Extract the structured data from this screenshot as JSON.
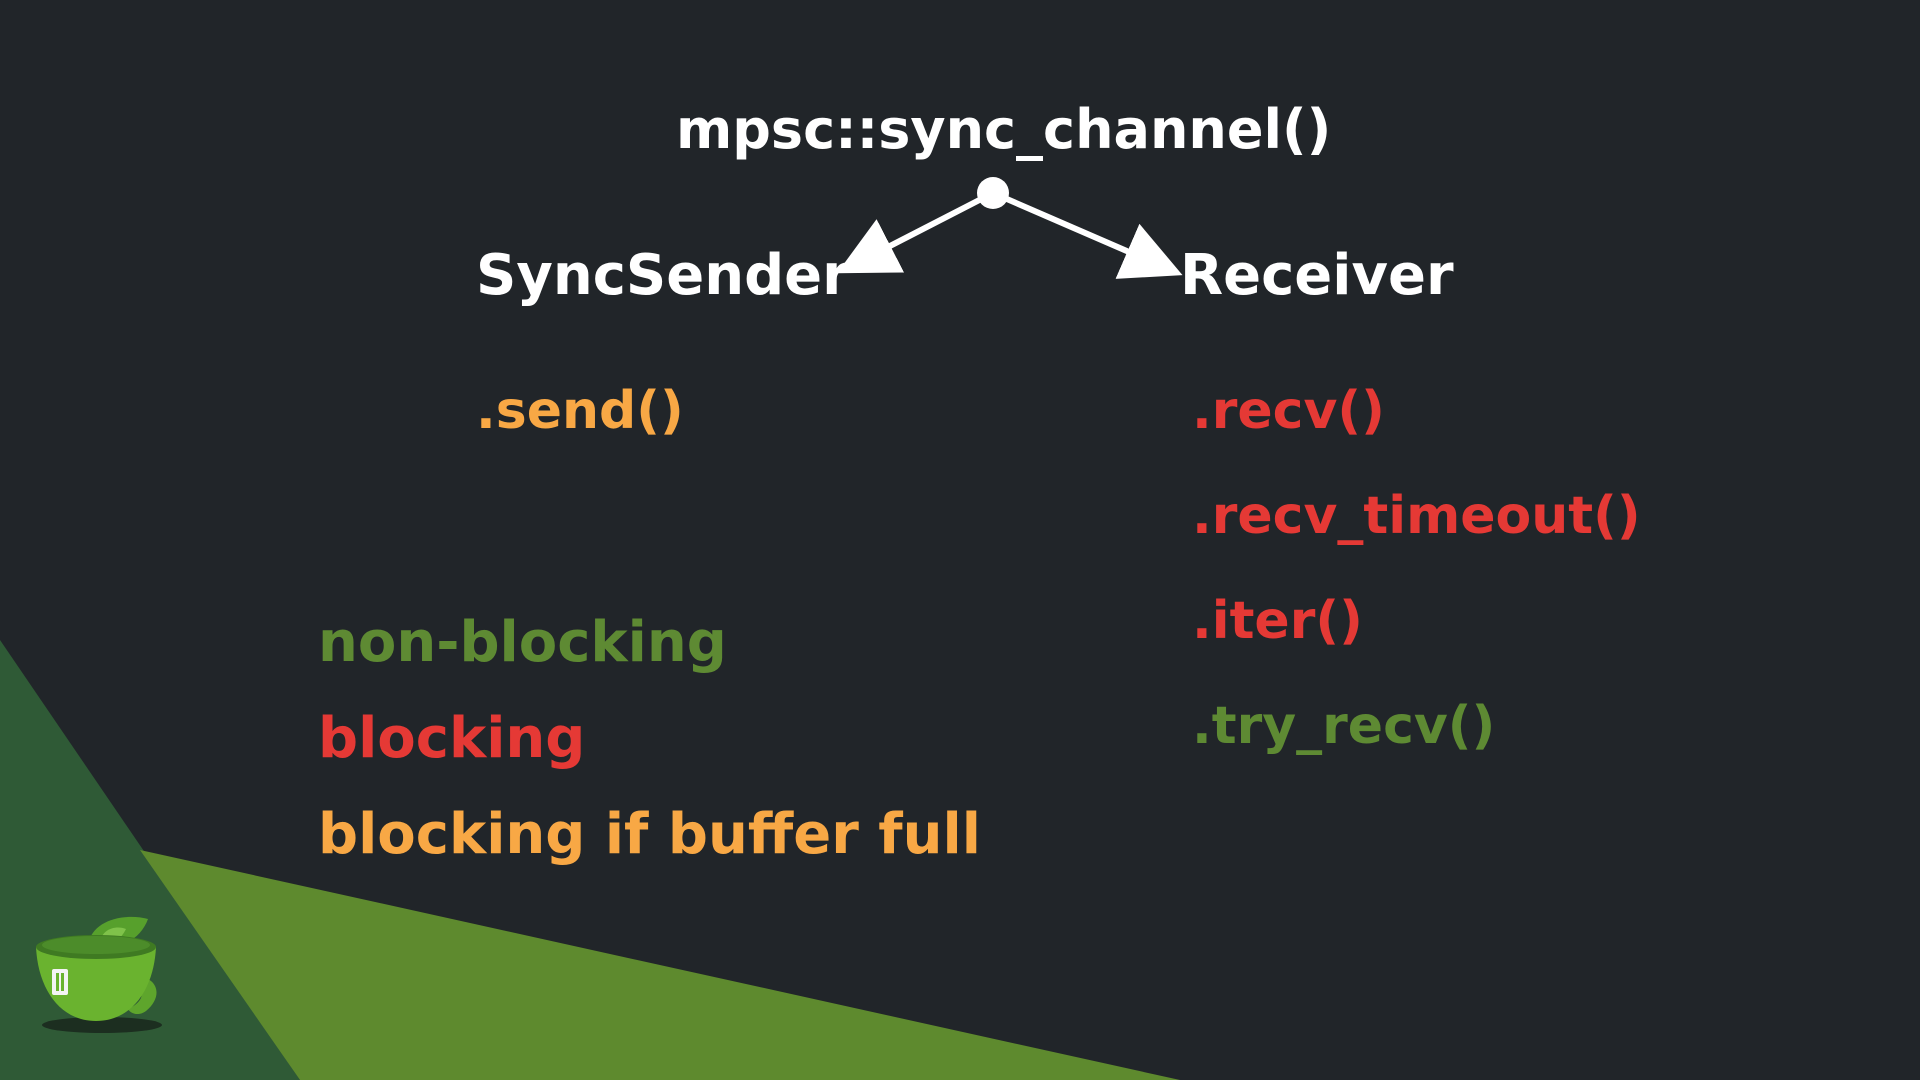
{
  "colors": {
    "background": "#212529",
    "white": "#ffffff",
    "orange": "#f8a845",
    "red": "#e53935",
    "green": "#5e8a33",
    "triangle_dark_green": "#2f5a36",
    "triangle_light_green": "#5e8a2e",
    "logo_green": "#6ab32f"
  },
  "diagram": {
    "root": "mpsc::sync_channel()",
    "left_child": "SyncSender",
    "right_child": "Receiver"
  },
  "sender_methods": [
    {
      "label": ".send()",
      "mode": "blocking if buffer full"
    }
  ],
  "receiver_methods": [
    {
      "label": ".recv()",
      "mode": "blocking"
    },
    {
      "label": ".recv_timeout()",
      "mode": "blocking"
    },
    {
      "label": ".iter()",
      "mode": "blocking"
    },
    {
      "label": ".try_recv()",
      "mode": "non-blocking"
    }
  ],
  "legend": [
    {
      "label": "non-blocking",
      "color_key": "green"
    },
    {
      "label": "blocking",
      "color_key": "red"
    },
    {
      "label": "blocking if buffer full",
      "color_key": "orange"
    }
  ],
  "logo": {
    "icon": "cup-with-leaves-icon"
  }
}
